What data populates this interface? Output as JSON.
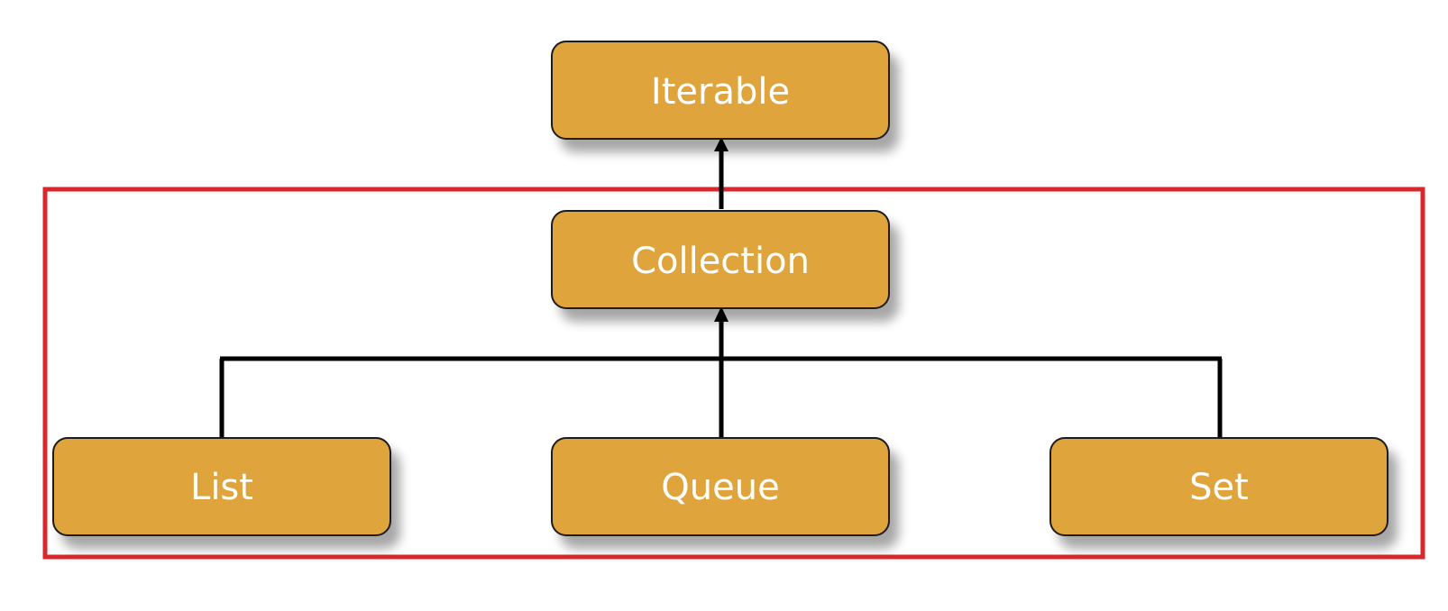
{
  "diagram": {
    "colors": {
      "node_fill": "#E0A43E",
      "node_border": "#1a1a1a",
      "node_text": "#FFFFFF",
      "connector": "#000000",
      "highlight_frame": "#D8282B",
      "background": "#FFFFFF"
    },
    "nodes": {
      "iterable": "Iterable",
      "collection": "Collection",
      "list": "List",
      "queue": "Queue",
      "set": "Set"
    },
    "relations": [
      {
        "from": "Collection",
        "to": "Iterable"
      },
      {
        "from": "List",
        "to": "Collection"
      },
      {
        "from": "Queue",
        "to": "Collection"
      },
      {
        "from": "Set",
        "to": "Collection"
      }
    ],
    "highlighted_group": [
      "Collection",
      "List",
      "Queue",
      "Set"
    ]
  }
}
